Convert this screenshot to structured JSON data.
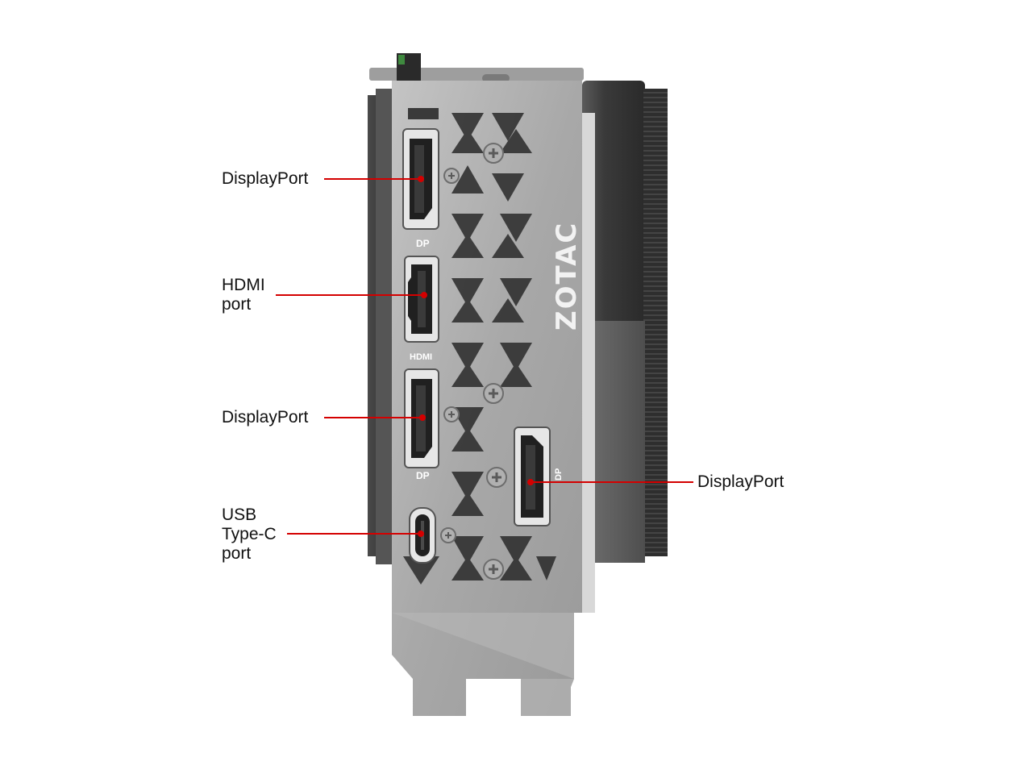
{
  "callouts": {
    "displayport_top": "DisplayPort",
    "hdmi": "HDMI\nport",
    "displayport_middle": "DisplayPort",
    "usb_c": "USB\nType-C\nport",
    "displayport_right": "DisplayPort"
  },
  "bracket_markings": {
    "dp_top": "DP",
    "hdmi": "HDMI",
    "dp_middle": "DP",
    "dp_right": "DP"
  },
  "logo": {
    "brand": "ZOTAC"
  },
  "colors": {
    "callout_line": "#d40000",
    "bracket": "#a9a9a9",
    "heatsink": "#3c3c3c",
    "port_body": "#202020"
  }
}
